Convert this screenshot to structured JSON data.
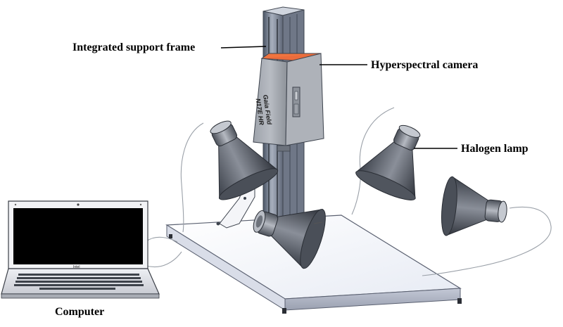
{
  "labels": {
    "support_frame": "Integrated support frame",
    "camera": "Hyperspectral camera",
    "lamp": "Halogen lamp",
    "computer": "Computer"
  },
  "camera_brand": {
    "line1": "Gaia Field",
    "line2": "N17E HR"
  },
  "laptop_brand": "Intel"
}
